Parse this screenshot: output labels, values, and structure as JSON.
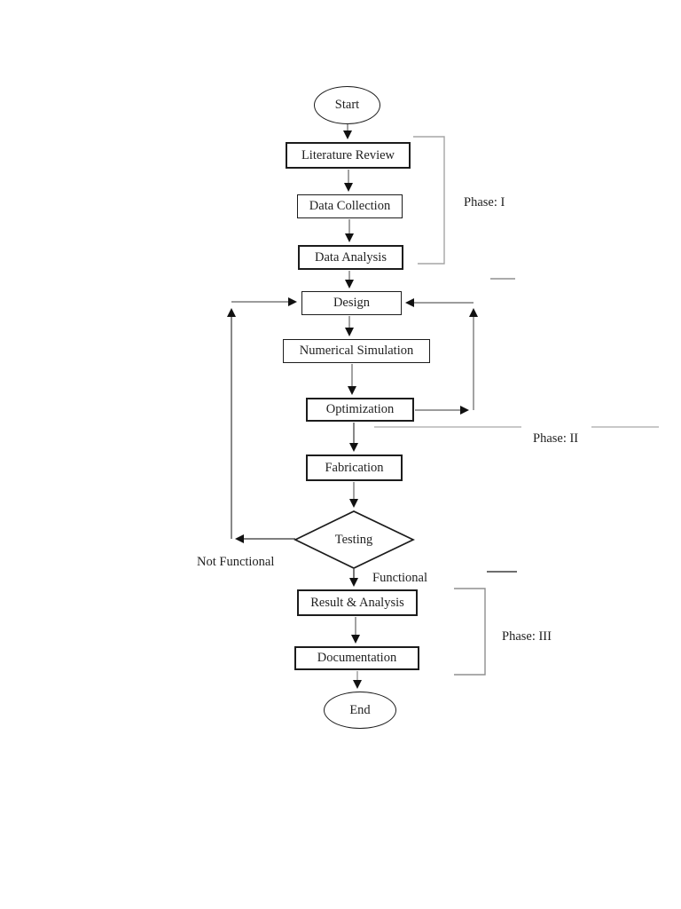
{
  "diagram": {
    "title": "research-methodology-flowchart",
    "nodes": {
      "start": {
        "label": "Start",
        "shape": "oval"
      },
      "literature_review": {
        "label": "Literature Review",
        "shape": "rect"
      },
      "data_collection": {
        "label": "Data Collection",
        "shape": "rect"
      },
      "data_analysis": {
        "label": "Data Analysis",
        "shape": "rect"
      },
      "design": {
        "label": "Design",
        "shape": "rect"
      },
      "numerical_simulation": {
        "label": "Numerical Simulation",
        "shape": "rect"
      },
      "optimization": {
        "label": "Optimization",
        "shape": "rect"
      },
      "fabrication": {
        "label": "Fabrication",
        "shape": "rect"
      },
      "testing": {
        "label": "Testing",
        "shape": "diamond"
      },
      "result_analysis": {
        "label": "Result & Analysis",
        "shape": "rect"
      },
      "documentation": {
        "label": "Documentation",
        "shape": "rect"
      },
      "end": {
        "label": "End",
        "shape": "oval"
      }
    },
    "edge_labels": {
      "not_functional": "Not Functional",
      "functional": "Functional"
    },
    "phases": [
      {
        "label": "Phase: I",
        "covers": [
          "literature_review",
          "data_collection",
          "data_analysis"
        ]
      },
      {
        "label": "Phase: II",
        "covers": [
          "design",
          "numerical_simulation",
          "optimization",
          "fabrication",
          "testing"
        ]
      },
      {
        "label": "Phase: III",
        "covers": [
          "result_analysis",
          "documentation"
        ]
      }
    ],
    "edges": [
      {
        "from": "start",
        "to": "literature_review"
      },
      {
        "from": "literature_review",
        "to": "data_collection"
      },
      {
        "from": "data_collection",
        "to": "data_analysis"
      },
      {
        "from": "data_analysis",
        "to": "design"
      },
      {
        "from": "design",
        "to": "numerical_simulation"
      },
      {
        "from": "numerical_simulation",
        "to": "optimization"
      },
      {
        "from": "optimization",
        "to": "design"
      },
      {
        "from": "optimization",
        "to": "fabrication"
      },
      {
        "from": "fabrication",
        "to": "testing"
      },
      {
        "from": "testing",
        "to": "design",
        "label": "Not Functional"
      },
      {
        "from": "testing",
        "to": "result_analysis",
        "label": "Functional"
      },
      {
        "from": "result_analysis",
        "to": "documentation"
      },
      {
        "from": "documentation",
        "to": "end"
      }
    ],
    "colors": {
      "connector": "#7b7b7b",
      "arrowhead": "#111111",
      "shape_border": "#1c1c1c",
      "bracket": "#a6a6a6",
      "divider": "#8f8f8f",
      "text": "#1f1f1f",
      "background": "#ffffff"
    }
  }
}
